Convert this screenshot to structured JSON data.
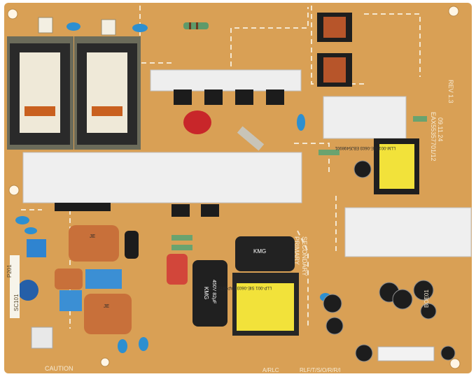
{
  "board": {
    "rev": "REV 1.3",
    "part_code": "EAX55357701/12",
    "date": "09.11.24",
    "secondary": "SECONDARY",
    "primary": "PRIMARY",
    "caution": "CAUTION",
    "connector_left": "P201",
    "connector_left_b": "SC101",
    "bottom_marking": "A/RLC",
    "bottom_right": "RLF/T/S/O/R/R/I",
    "caps": {
      "cap_a_brand": "KMG",
      "cap_a_rating": "450V 82μF",
      "cap_b_brand": "KMG"
    },
    "transformers": {
      "tr_left": "LLP-001 SIE-0603 EAP56722701",
      "tr_right": "LLM-001 SIE-0603 EBJ5498901"
    },
    "filter": {
      "left": "JE",
      "right": "JE"
    },
    "right_label": "BOE01"
  },
  "colors": {
    "pcb": "#d9a055",
    "pcb_dark": "#c98a42",
    "trace": "#f1e4cd",
    "heatsink": "#eeeeee",
    "copper": "#c8703a",
    "cap_black": "#202020",
    "transformer_yellow": "#f2e23a",
    "blue_cap": "#2d8fd0"
  }
}
